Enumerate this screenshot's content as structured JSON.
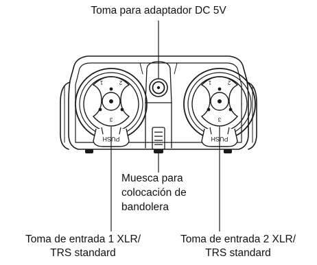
{
  "labels": {
    "dc_jack": "Toma para adaptador DC 5V",
    "strap_notch": [
      "Muesca para",
      "colocación de",
      "bandolera"
    ],
    "input1": [
      "Toma de entrada 1 XLR/",
      "TRS standard"
    ],
    "input2": [
      "Toma de entrada 2 XLR/",
      "TRS standard"
    ]
  },
  "jack_markings": {
    "pin1": "1",
    "pin2": "2",
    "pin3": "3",
    "release_tab": "PUSH"
  },
  "colors": {
    "line": "#1a1a1a",
    "background": "#ffffff"
  }
}
